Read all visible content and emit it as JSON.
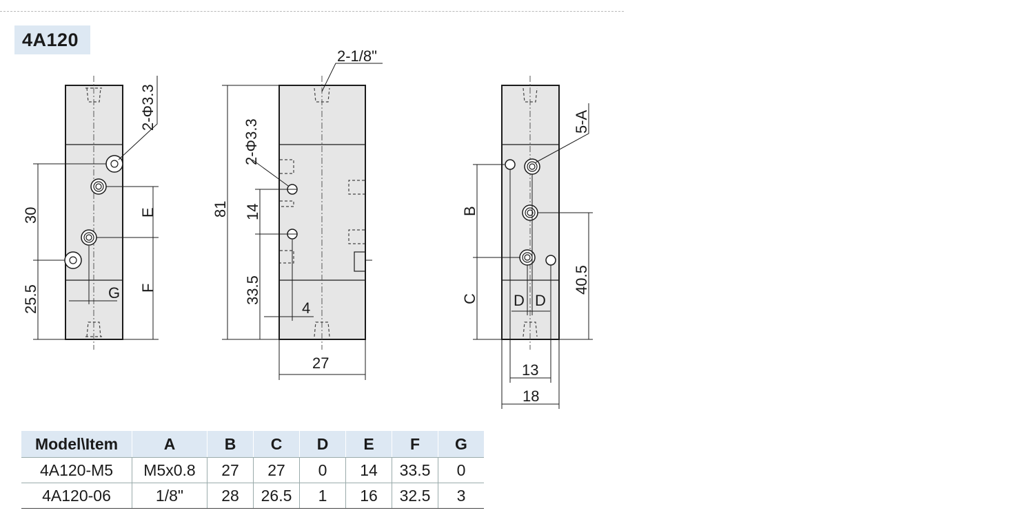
{
  "model": "4A120",
  "labels": {
    "front": {
      "hole": "2-Φ3.3",
      "dim_30": "30",
      "dim_25_5": "25.5",
      "dim_e": "E",
      "dim_f": "F",
      "dim_g": "G"
    },
    "side": {
      "port_top": "2-1/8\"",
      "hole": "2-Φ3.3",
      "dim_81": "81",
      "dim_14": "14",
      "dim_33_5": "33.5",
      "dim_4": "4",
      "dim_27": "27"
    },
    "back": {
      "port": "5-A",
      "dim_b": "B",
      "dim_c": "C",
      "dim_d1": "D",
      "dim_d2": "D",
      "dim_40_5": "40.5",
      "dim_13": "13",
      "dim_18": "18"
    }
  },
  "table": {
    "headers": [
      "Model\\Item",
      "A",
      "B",
      "C",
      "D",
      "E",
      "F",
      "G"
    ],
    "rows": [
      [
        "4A120-M5",
        "M5x0.8",
        "27",
        "27",
        "0",
        "14",
        "33.5",
        "0"
      ],
      [
        "4A120-06",
        "1/8\"",
        "28",
        "26.5",
        "1",
        "16",
        "32.5",
        "3"
      ]
    ]
  }
}
